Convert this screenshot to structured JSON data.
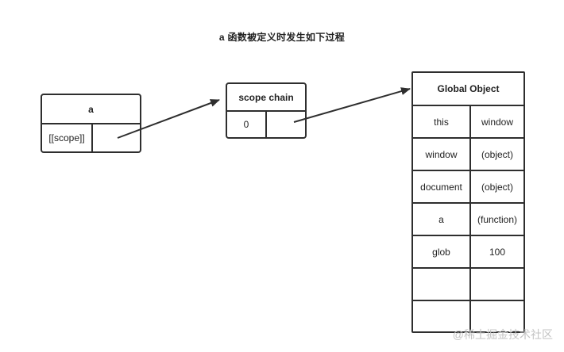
{
  "title": "a 函数被定义时发生如下过程",
  "func_box": {
    "header": "a",
    "key": "[[scope]]",
    "value": ""
  },
  "scope_chain": {
    "header": "scope chain",
    "key": "0",
    "value": ""
  },
  "global_object": {
    "header": "Global Object",
    "rows": [
      {
        "key": "this",
        "value": "window"
      },
      {
        "key": "window",
        "value": "(object)"
      },
      {
        "key": "document",
        "value": "(object)"
      },
      {
        "key": "a",
        "value": "(function)"
      },
      {
        "key": "glob",
        "value": "100"
      },
      {
        "key": "",
        "value": ""
      },
      {
        "key": "",
        "value": ""
      }
    ]
  },
  "watermark": "@稀土掘金技术社区",
  "colors": {
    "stroke": "#2e2e2e",
    "background": "#ffffff",
    "watermark": "#c3c3c3"
  }
}
